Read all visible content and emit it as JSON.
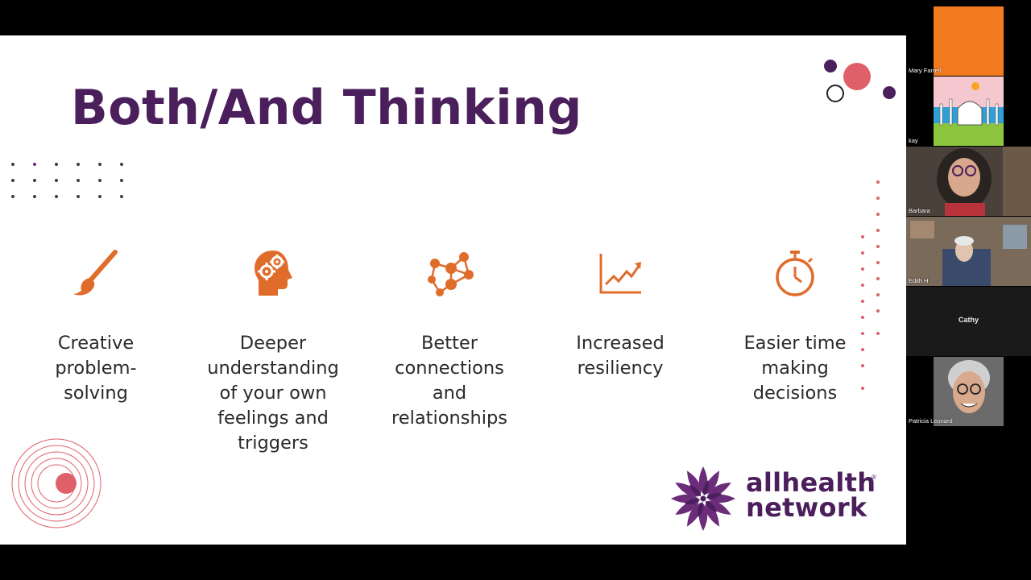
{
  "slide": {
    "title": "Both/And Thinking",
    "benefits": [
      {
        "label": "Creative\nproblem-\nsolving",
        "icon": "paintbrush-icon"
      },
      {
        "label": "Deeper\nunderstanding\nof your own\nfeelings and\ntriggers",
        "icon": "head-gears-icon"
      },
      {
        "label": "Better\nconnections\nand\nrelationships",
        "icon": "network-people-icon"
      },
      {
        "label": "Increased\nresiliency",
        "icon": "growth-chart-icon"
      },
      {
        "label": "Easier time\nmaking\ndecisions",
        "icon": "stopwatch-icon"
      }
    ],
    "logo": {
      "line1": "allhealth",
      "line2": "network",
      "mark": "®"
    },
    "colors": {
      "title": "#4b1e5c",
      "accent": "#e06c2c",
      "coral": "#e0606a"
    }
  },
  "participants": [
    {
      "name": "Mary Farrell"
    },
    {
      "name": "kay"
    },
    {
      "name": "Barbara"
    },
    {
      "name": "Edith H"
    },
    {
      "name": "Cathy"
    },
    {
      "name": "Patricia Leonard"
    }
  ]
}
